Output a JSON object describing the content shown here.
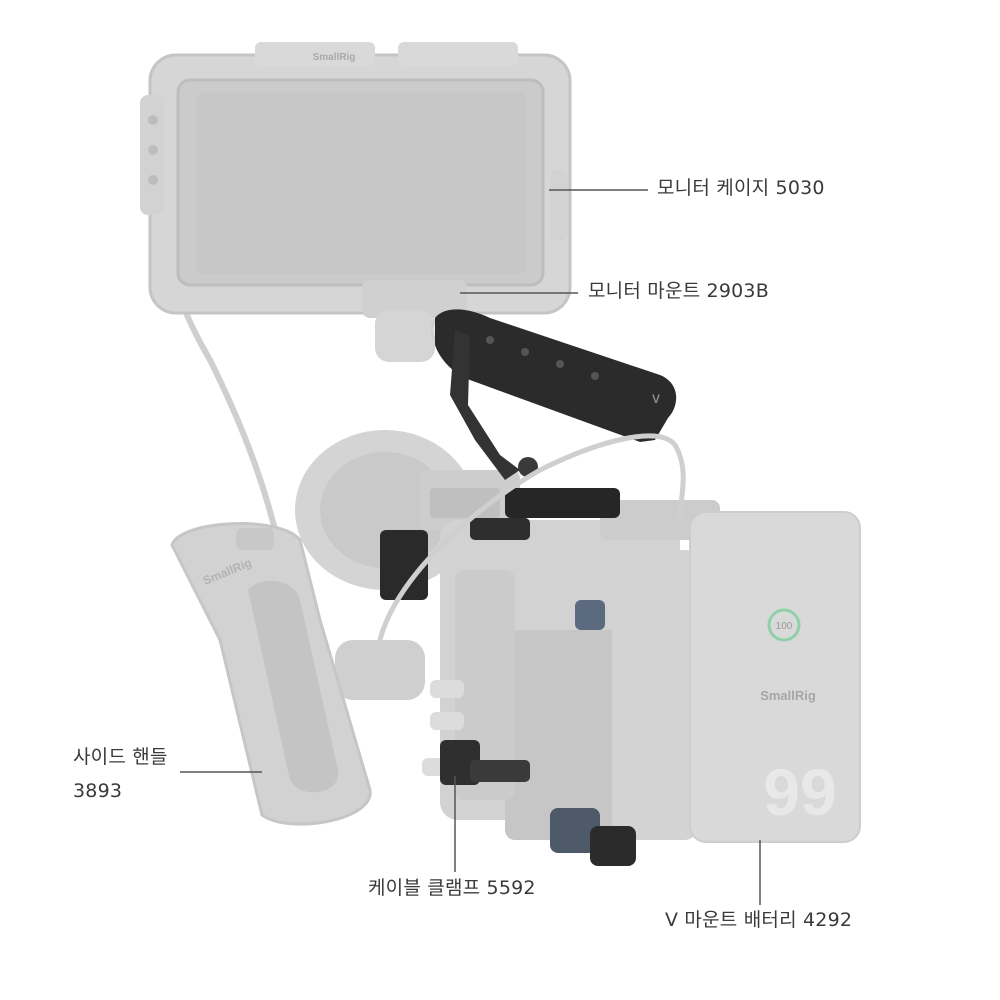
{
  "product": {
    "brand": "SmallRig",
    "battery_level": "100",
    "battery_capacity": "99",
    "handle_marker": "V"
  },
  "callouts": {
    "monitor_cage": "모니터 케이지 5030",
    "monitor_mount": "모니터 마운트 2903B",
    "side_handle_line1": "사이드 핸들",
    "side_handle_line2": "3893",
    "cable_clamp": "케이블 클램프 5592",
    "v_mount_battery": "V 마운트 배터리 4292"
  },
  "colors": {
    "background": "#ffffff",
    "ghost_accessory": "#d0d0d0",
    "top_handle": "#2b2b2b",
    "leader_line": "#555555",
    "label_text": "#3a3a3a"
  }
}
